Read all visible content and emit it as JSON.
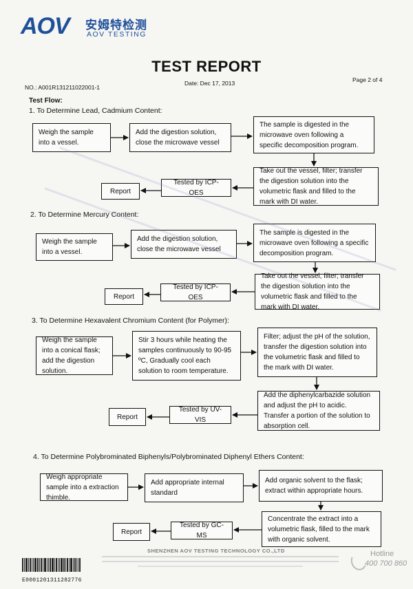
{
  "header": {
    "logo_text": "AOV",
    "cn_name": "安姆特检测",
    "en_name": "AOV TESTING"
  },
  "title": "TEST REPORT",
  "meta": {
    "report_no": "NO.: A001R131211022001-1",
    "date": "Date: Dec 17, 2013",
    "page": "Page 2 of 4"
  },
  "test_flow_label": "Test Flow:",
  "sections": [
    {
      "heading": "1. To Determine Lead, Cadmium Content:",
      "steps": [
        "Weigh the sample into a vessel.",
        "Add the digestion solution, close the microwave vessel",
        "The sample is digested in the microwave oven following a specific decomposition program.",
        "Take out the vessel, filter; transfer the digestion solution into the volumetric flask and filled to the mark with DI water.",
        "Tested by ICP-OES",
        "Report"
      ]
    },
    {
      "heading": "2. To Determine Mercury Content:",
      "steps": [
        "Weigh the sample into a vessel.",
        "Add the digestion solution, close the microwave vessel",
        "The sample is digested in the microwave oven following a specific decomposition program.",
        "Take out the vessel, filter; transfer the digestion solution into the volumetric flask and filled to the mark with DI water.",
        "Tested by ICP-OES",
        "Report"
      ]
    },
    {
      "heading": "3. To Determine Hexavalent Chromium Content (for Polymer):",
      "steps": [
        "Weigh the sample into a conical flask; add the digestion solution.",
        "Stir 3 hours while heating the samples continuously to 90-95 ºC, Gradually cool each solution to room temperature.",
        "Filter; adjust the pH of the solution, transfer the digestion solution into the volumetric flask and filled to the mark with DI water.",
        "Add the diphenylcarbazide solution and adjust the pH to acidic. Transfer a portion of the solution to absorption cell.",
        "Tested by UV-VIS",
        "Report"
      ]
    },
    {
      "heading": "4. To Determine Polybrominated Biphenyls/Polybrominated Diphenyl Ethers Content:",
      "steps": [
        "Weigh appropriate sample into a extraction thimble.",
        "Add appropriate internal standard",
        "Add organic solvent to the flask; extract within appropriate hours.",
        "Concentrate the extract into a volumetric flask, filled to the mark with organic solvent.",
        "Tested by GC-MS",
        "Report"
      ]
    }
  ],
  "footer": {
    "company": "SHENZHEN AOV TESTING TECHNOLOGY CO.,LTD",
    "hotline_label": "Hotline",
    "hotline_number": "400 700 860",
    "barcode_text": "E0001201311282776"
  },
  "colors": {
    "brand": "#1e4f9a",
    "ink": "#111111",
    "watermark": "#8c9ccc"
  }
}
